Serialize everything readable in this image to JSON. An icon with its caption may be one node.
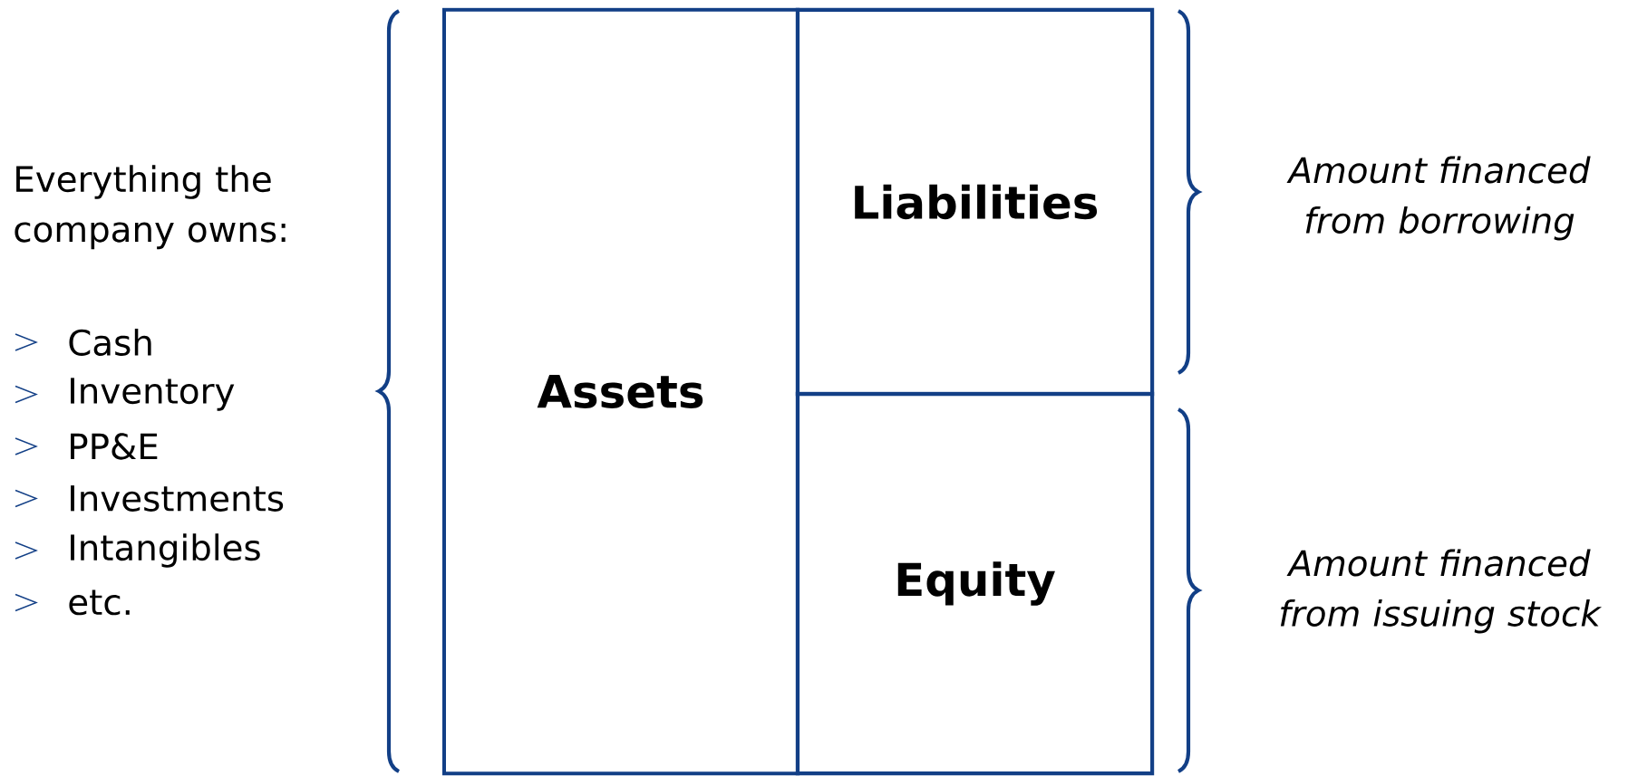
{
  "diagram": {
    "nodes": [
      {
        "text": [
          "Assets"
        ]
      },
      {
        "text": [
          "Liabilities"
        ]
      },
      {
        "text": [
          "Equity"
        ]
      }
    ],
    "labels": [
      "Everything the company owns:",
      "Cash",
      "Inventory",
      "PP&E",
      "Investments",
      "Intangibles",
      "etc.",
      "Amount financed from borrowing",
      "Amount financed from issuing stock"
    ]
  }
}
